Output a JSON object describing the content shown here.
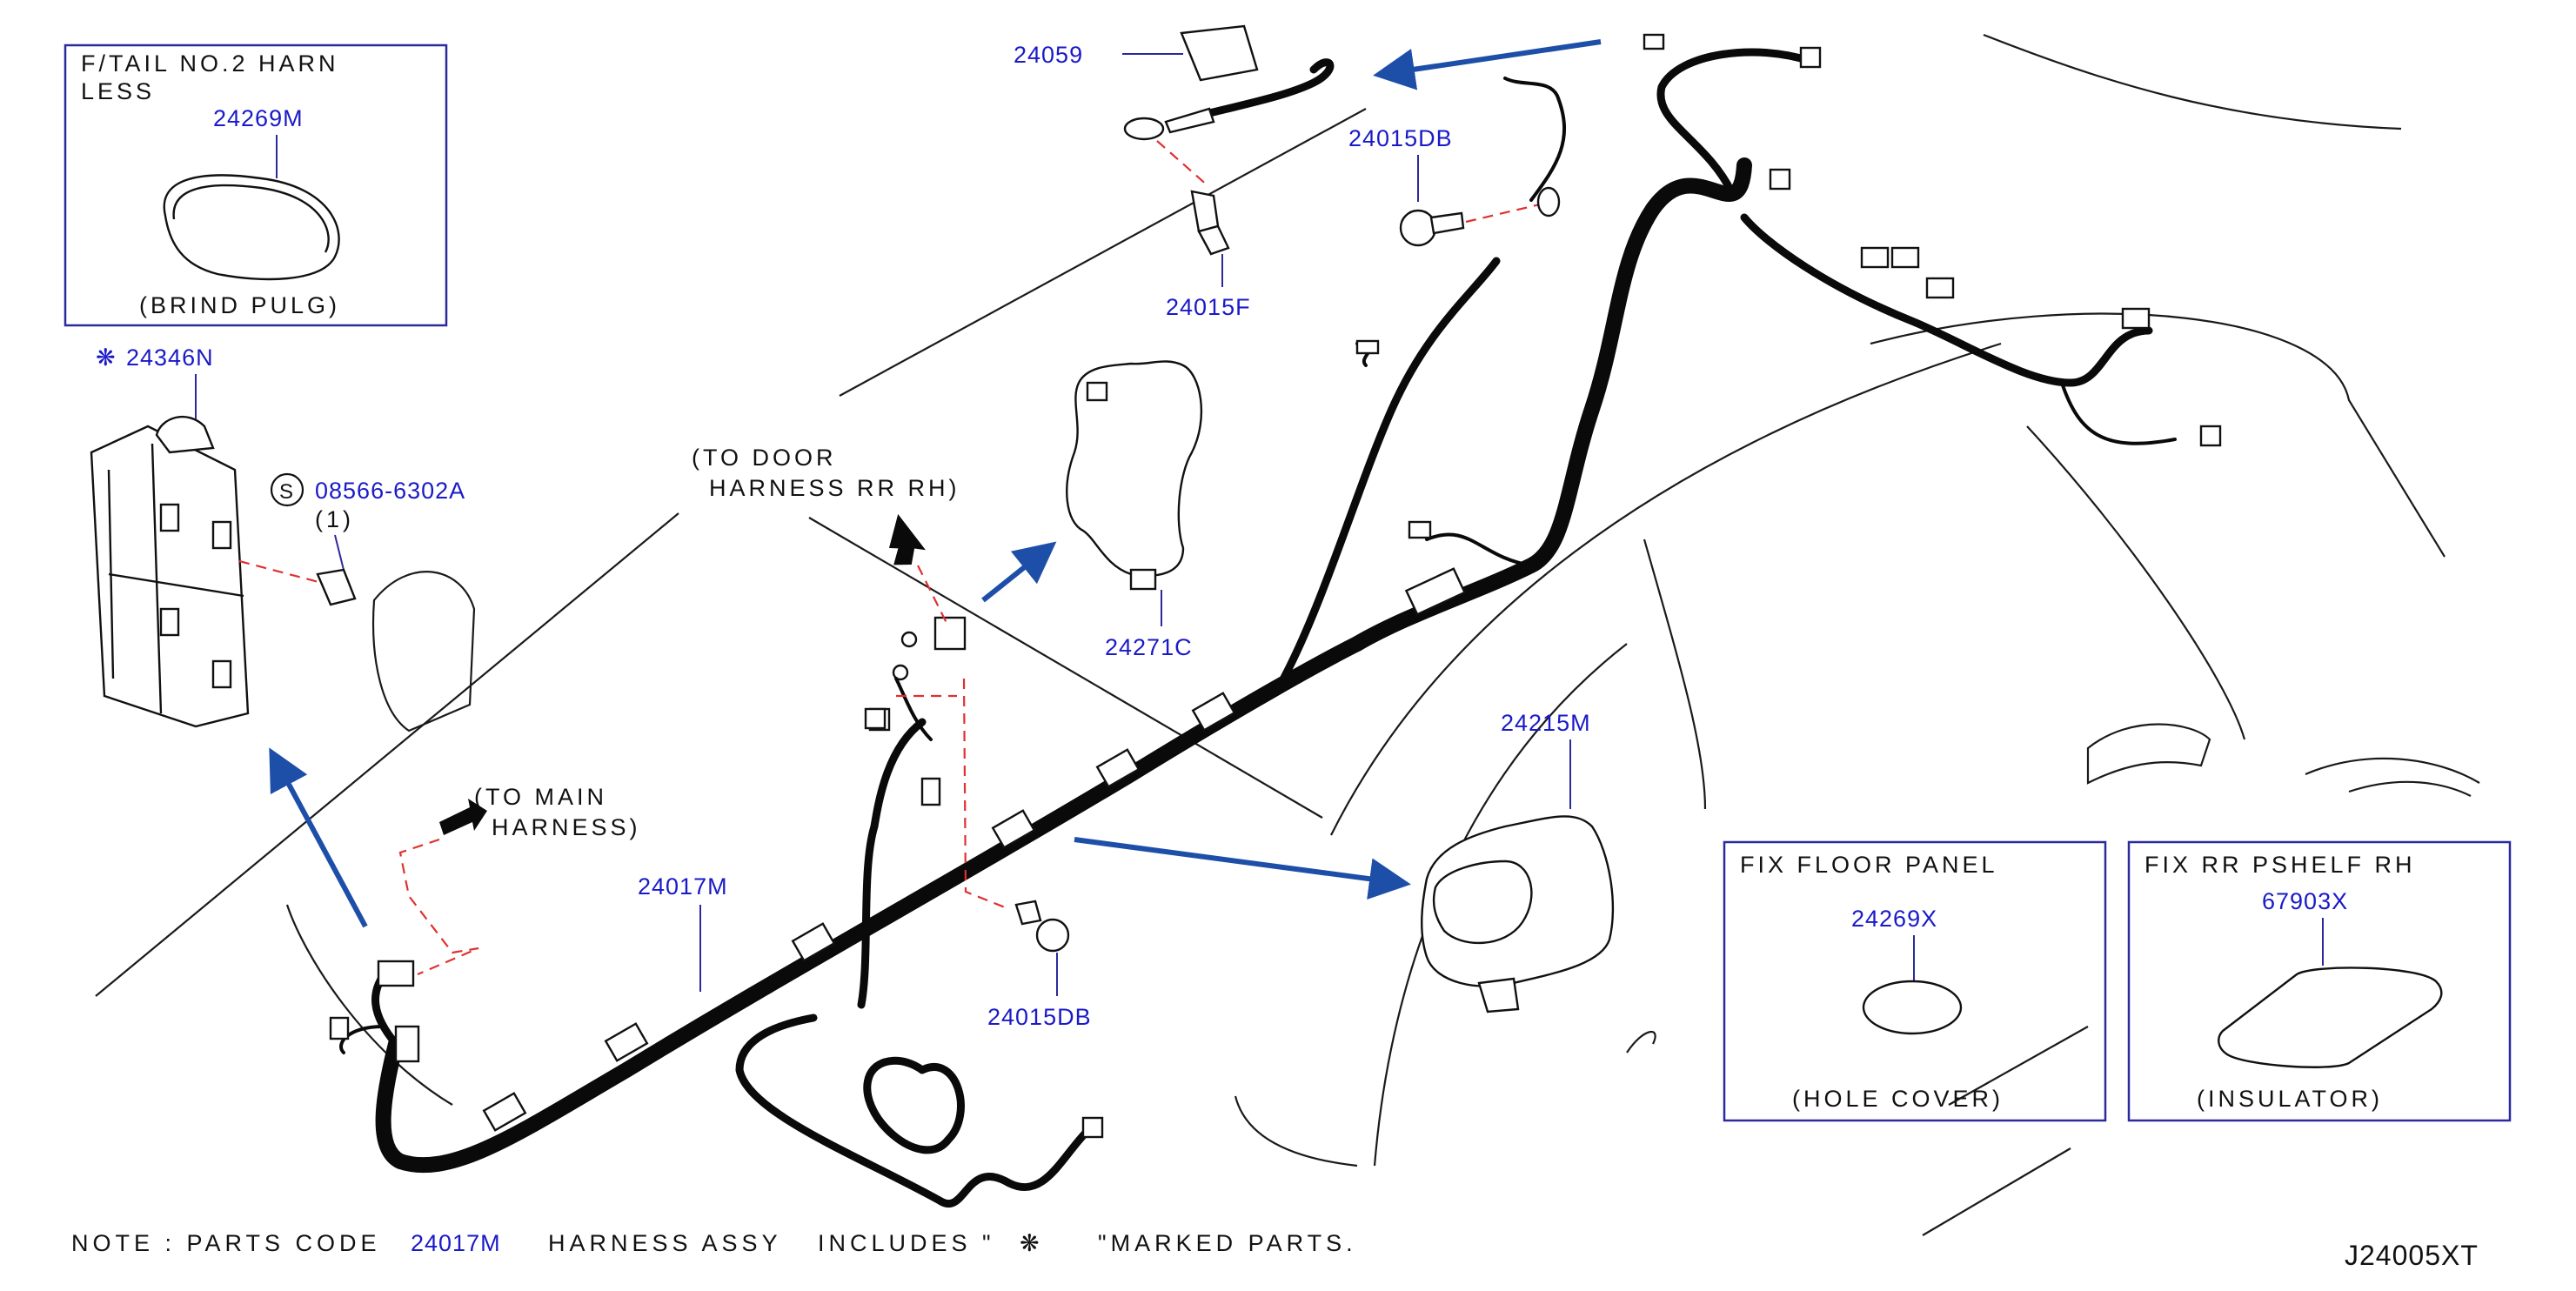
{
  "diagram_id": "J24005XT",
  "note": {
    "prefix": "NOTE : PARTS CODE",
    "code": "24017M",
    "middle": "HARNESS ASSY",
    "includes": "INCLUDES \"",
    "symbol": "❋",
    "suffix": "\"MARKED PARTS."
  },
  "inset_brind": {
    "title_line1": "F/TAIL NO.2 HARN",
    "title_line2": "LESS",
    "part": "24269M",
    "caption": "(BRIND PULG)"
  },
  "inset_floor": {
    "title": "FIX FLOOR PANEL",
    "part": "24269X",
    "caption": "(HOLE COVER)"
  },
  "inset_shelf": {
    "title": "FIX RR PSHELF RH",
    "part": "67903X",
    "caption": "(INSULATOR)"
  },
  "parts": {
    "p24059": "24059",
    "p24015DB_top": "24015DB",
    "p24015F": "24015F",
    "p24346N": "24346N",
    "p24346N_symbol": "❋",
    "screw_symbol": "S",
    "p08566": "08566-6302A",
    "p08566_qty": "(1)",
    "p24271C": "24271C",
    "p24215M": "24215M",
    "p24017M": "24017M",
    "p24015DB_bottom": "24015DB"
  },
  "callouts": {
    "door_line1": "(TO DOOR",
    "door_line2": "HARNESS RR RH)",
    "main_line1": "(TO MAIN",
    "main_line2": "HARNESS)"
  }
}
